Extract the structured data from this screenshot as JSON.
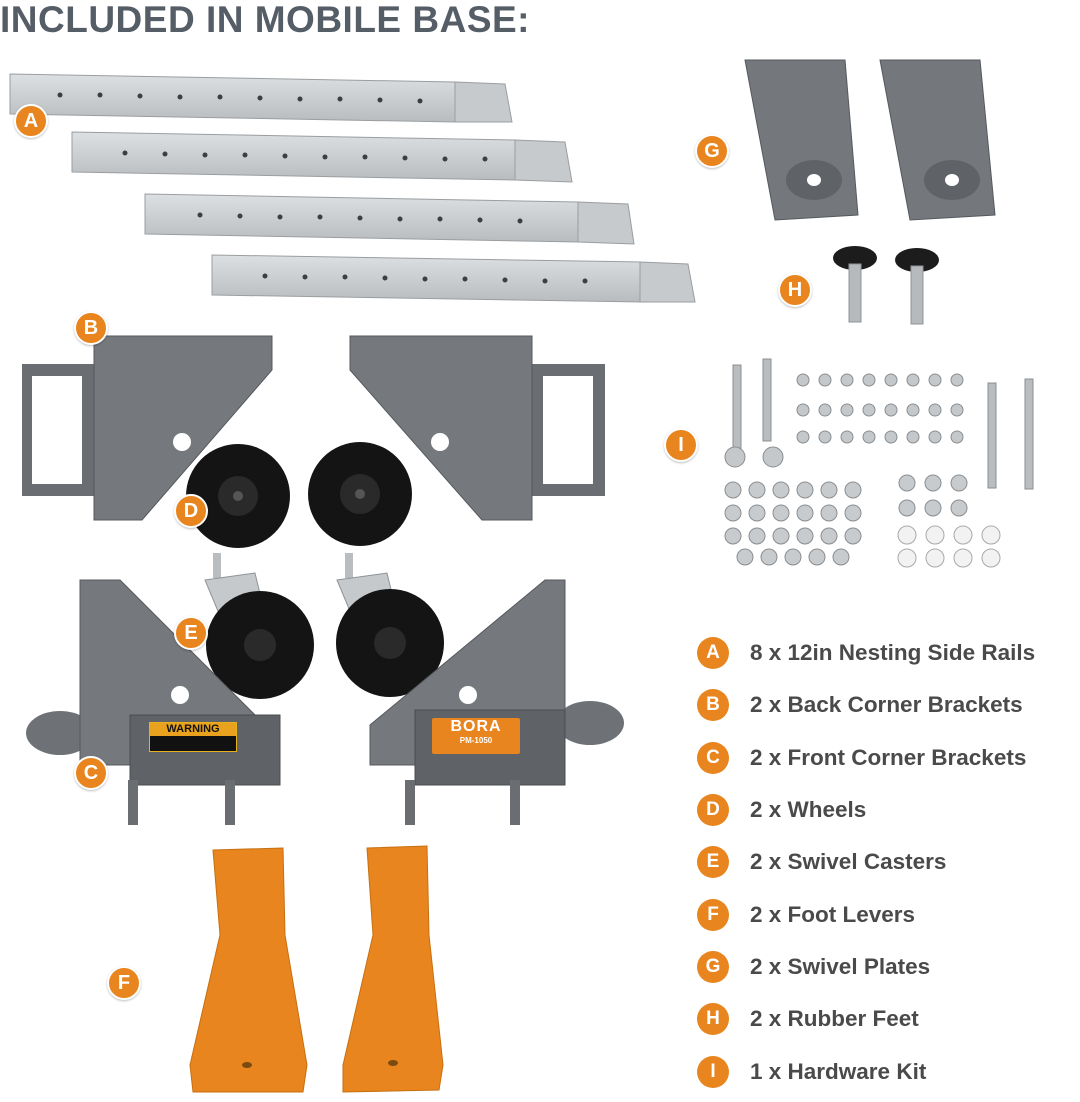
{
  "header": {
    "title": "INCLUDED IN MOBILE BASE:"
  },
  "badges": {
    "a": "A",
    "b": "B",
    "c": "C",
    "d": "D",
    "e": "E",
    "f": "F",
    "g": "G",
    "h": "H",
    "i": "I"
  },
  "legend": [
    {
      "letter": "A",
      "text": "8 x 12in Nesting Side Rails"
    },
    {
      "letter": "B",
      "text": "2 x Back Corner Brackets"
    },
    {
      "letter": "C",
      "text": "2 x Front Corner Brackets"
    },
    {
      "letter": "D",
      "text": "2 x Wheels"
    },
    {
      "letter": "E",
      "text": "2 x Swivel Casters"
    },
    {
      "letter": "F",
      "text": "2 x Foot Levers"
    },
    {
      "letter": "G",
      "text": "2 x Swivel Plates"
    },
    {
      "letter": "H",
      "text": "2 x Rubber Feet"
    },
    {
      "letter": "I",
      "text": "1 x Hardware Kit"
    }
  ],
  "labels": {
    "warning": "WARNING",
    "brand": "BORA",
    "model": "PM-1050"
  },
  "colors": {
    "accent": "#e8851e",
    "title": "#555d66",
    "rail": "#c9ccce",
    "bracket": "#707479",
    "wheel": "#141414"
  }
}
